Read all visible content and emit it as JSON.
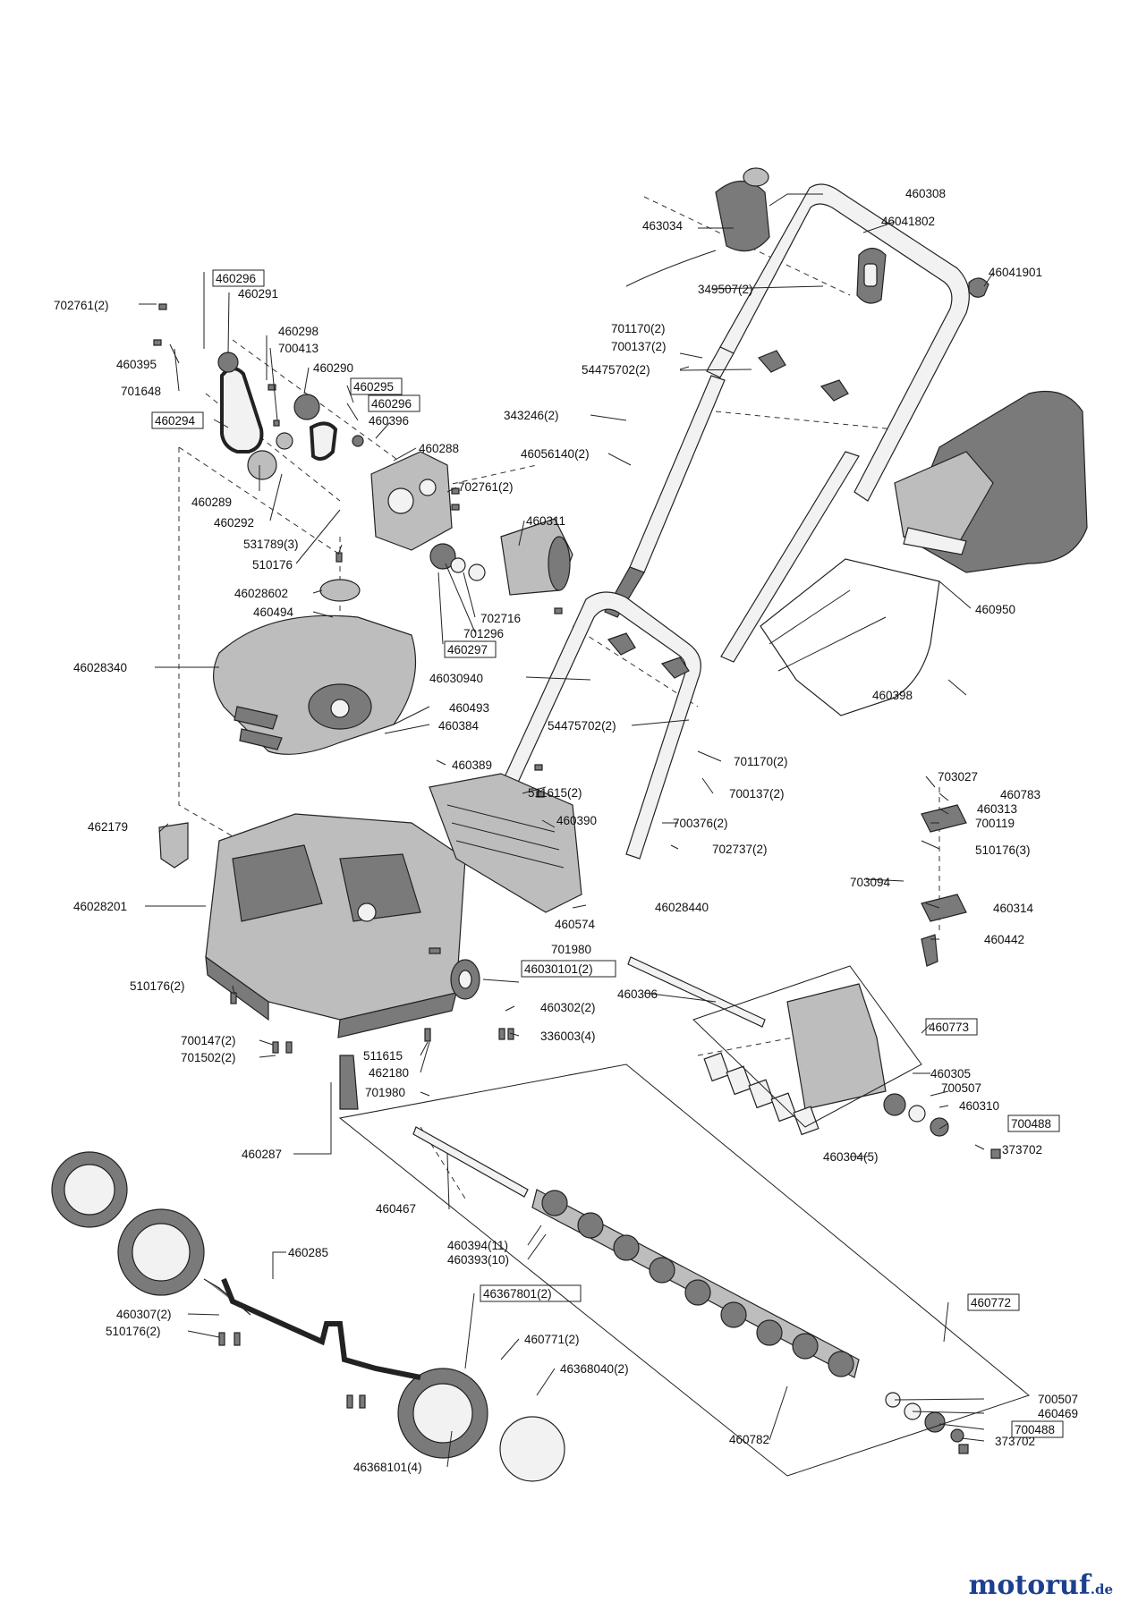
{
  "labels": [
    "460308",
    "463034",
    "46041802",
    "349507(2)",
    "46041901",
    "460296",
    "460291",
    "702761(2)",
    "460298",
    "700413",
    "460290",
    "460395",
    "701648",
    "460295",
    "460296",
    "460396",
    "460294",
    "460288",
    "701170(2)",
    "700137(2)",
    "54475702(2)",
    "343246(2)",
    "46056140(2)",
    "702761(2)",
    "460289",
    "460292",
    "460311",
    "531789(3)",
    "510176",
    "46028602",
    "460494",
    "702716",
    "701296",
    "460297",
    "46028340",
    "46030940",
    "460950",
    "460398",
    "54475702(2)",
    "701170(2)",
    "460493",
    "460384",
    "460389",
    "511615(2)",
    "700137(2)",
    "460390",
    "703027",
    "460783",
    "460313",
    "700119",
    "700376(2)",
    "702737(2)",
    "510176(3)",
    "462179",
    "46028201",
    "703094",
    "460314",
    "460574",
    "46028440",
    "460442",
    "701980",
    "46030101(2)",
    "460306",
    "510176(2)",
    "460302(2)",
    "336003(4)",
    "460773",
    "700147(2)",
    "701502(2)",
    "511615",
    "462180",
    "460305",
    "700507",
    "460310",
    "701980",
    "700488",
    "373702",
    "460287",
    "460304(5)",
    "460467",
    "460394(11)",
    "460393(10)",
    "460285",
    "46367801(2)",
    "460307(2)",
    "510176(2)",
    "460771(2)",
    "46368040(2)",
    "460772",
    "700507",
    "460469",
    "700488",
    "373702",
    "460782",
    "46368101(4)"
  ],
  "boxed": [
    "460296",
    "460295",
    "460296",
    "460294",
    "460297",
    "46030101(2)",
    "460773",
    "700488",
    "46367801(2)",
    "460772",
    "700488"
  ],
  "watermark": {
    "brand": "motoruf",
    "tld": ".de"
  },
  "colors": {
    "ink": "#111111",
    "part_dark": "#7a7a7a",
    "part_light": "#bdbdbd",
    "brand": "#1d3f8f"
  }
}
